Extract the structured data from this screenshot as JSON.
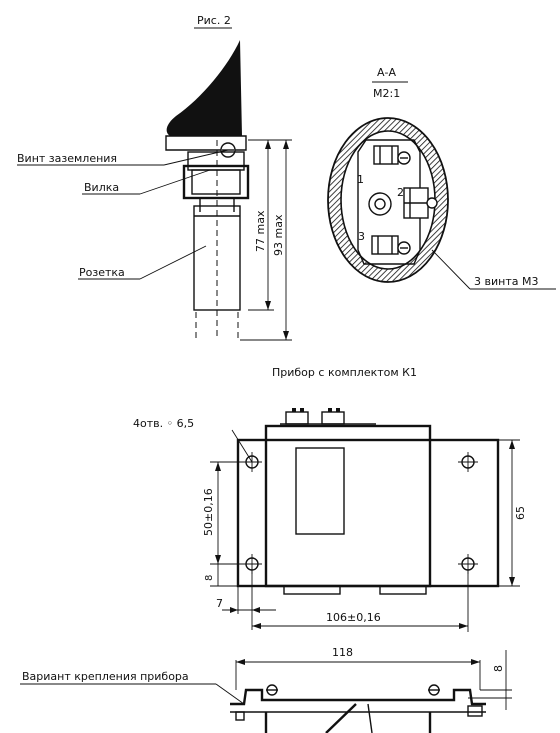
{
  "figure_caption": "Рис. 2",
  "top_left_view": {
    "callouts": {
      "ground_screw": "Винт заземления",
      "plug": "Вилка",
      "socket": "Розетка"
    },
    "dimensions": {
      "height_77": "77 max",
      "height_93": "93 max"
    }
  },
  "section_view": {
    "title": "А-А",
    "scale": "М2:1",
    "pin_labels": [
      "1",
      "2",
      "3"
    ],
    "screws_callout": "3 винта М3"
  },
  "device_view": {
    "caption": "Прибор с комплектом К1",
    "holes_callout": "4отв. ◦ 6,5",
    "dimensions": {
      "vertical_spacing": "50±0,16",
      "height": "65",
      "bottom_offset": "8",
      "left_offset": "7",
      "horizontal_spacing": "106±0,16"
    }
  },
  "mounting_view": {
    "caption": "Вариант крепления прибора",
    "dimensions": {
      "width": "118",
      "flange": "8"
    }
  },
  "colors": {
    "ink": "#111111",
    "paper": "#ffffff"
  }
}
